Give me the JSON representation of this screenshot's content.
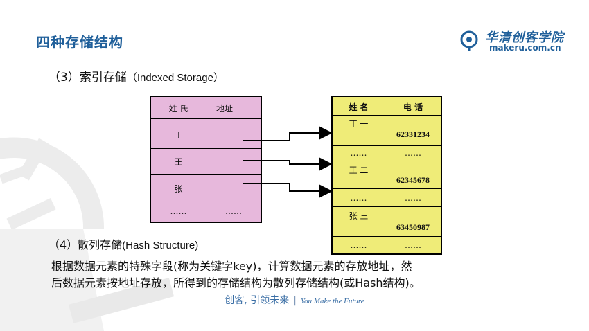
{
  "slide": {
    "title": "四种存储结构",
    "logo": {
      "name": "华清创客学院",
      "url": "makeru.com.cn"
    },
    "section3": {
      "cn": "（3）索引存储",
      "en": "（Indexed Storage）"
    },
    "index_table": {
      "headers": [
        "姓 氏",
        "地址"
      ],
      "rows": [
        "丁",
        "王",
        "张",
        "……"
      ],
      "last_addr": "……"
    },
    "data_table": {
      "headers": [
        "姓 名",
        "电 话"
      ],
      "records": [
        {
          "name": "丁 一",
          "phone": "62331234"
        },
        {
          "name": "……",
          "phone": "……"
        },
        {
          "name": "王 二",
          "phone": "62345678"
        },
        {
          "name": "……",
          "phone": "……"
        },
        {
          "name": "张 三",
          "phone": "63450987"
        },
        {
          "name": "……",
          "phone": "……"
        }
      ]
    },
    "section4": {
      "cn": "（4）散列存储",
      "en": "(Hash Structure)"
    },
    "body_lines": [
      "根据数据元素的特殊字段(称为关键字key)，计算数据元素的存放地址，然",
      "后数据元素按地址存放，所得到的存储结构为散列存储结构(或Hash结构)。"
    ],
    "footer": {
      "cn": "创客, 引领未来",
      "en": "You Make the Future"
    },
    "colors": {
      "title": "#1f5f9a",
      "index_fill": "#e7b8dc",
      "data_fill": "#efec78"
    },
    "icons": [
      "bulb-decoration-icon",
      "logo-bulb-icon"
    ]
  }
}
